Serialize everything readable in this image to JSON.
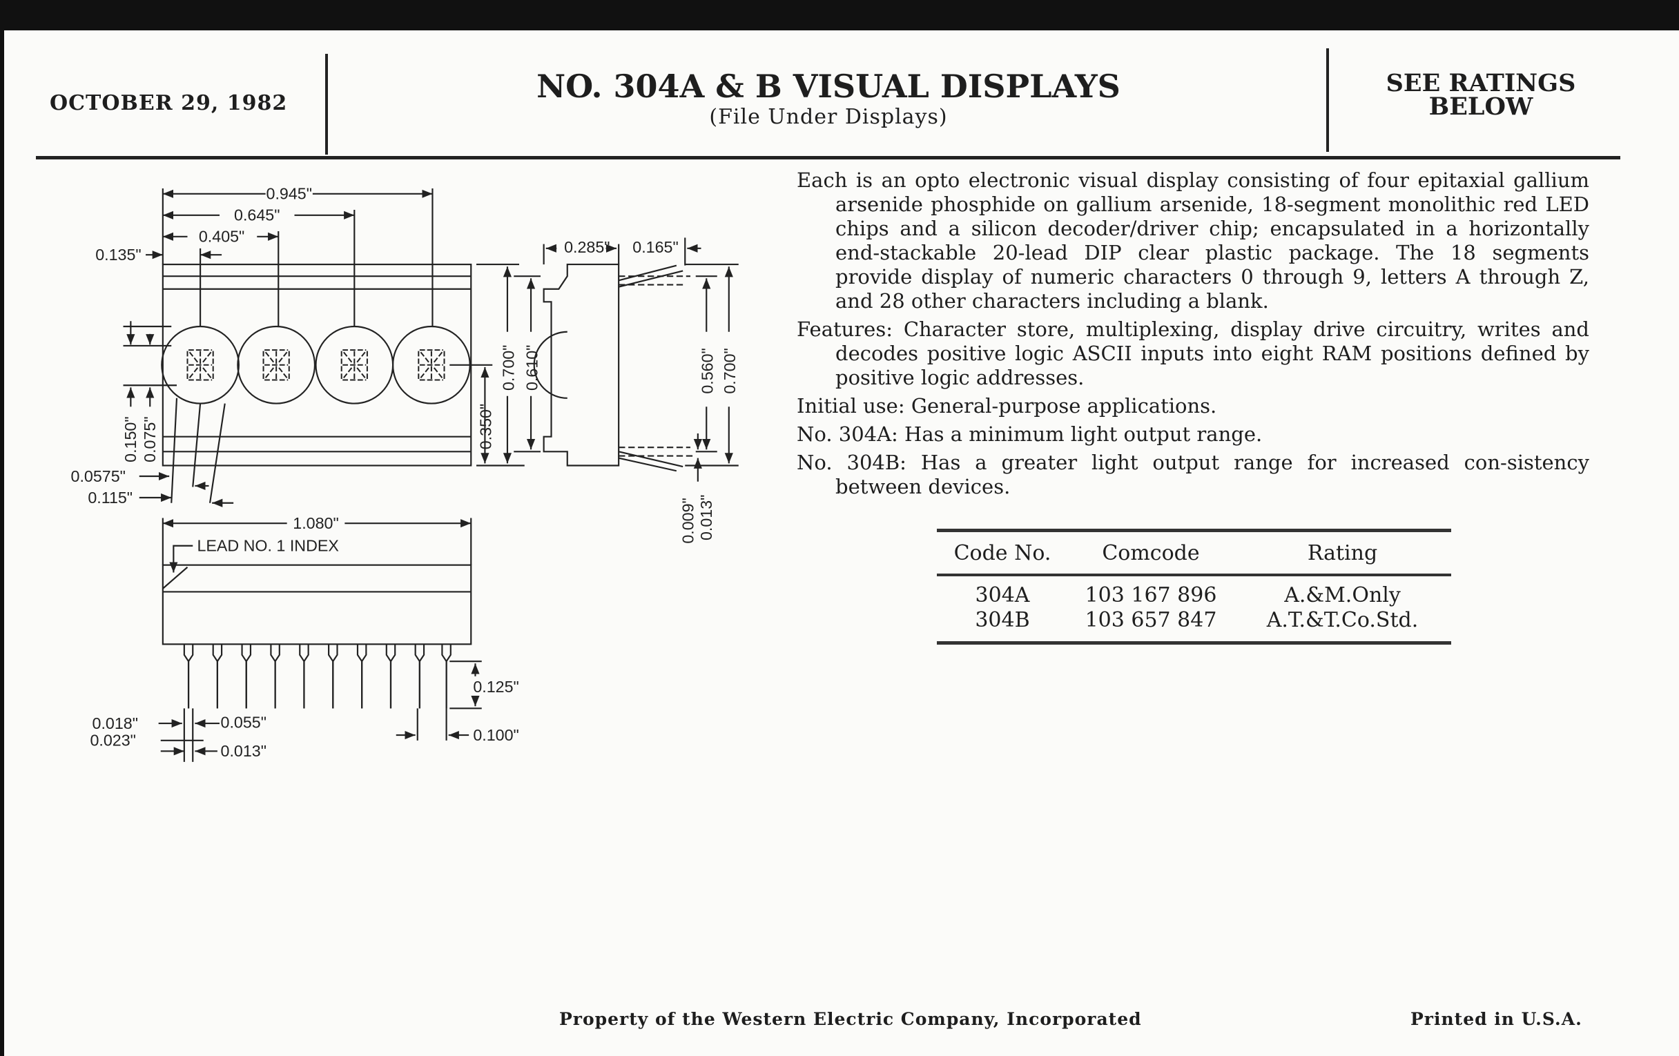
{
  "header": {
    "date": "OCTOBER 29, 1982",
    "title": "NO. 304A & B VISUAL DISPLAYS",
    "subtitle": "(File Under Displays)",
    "ratings_line1": "SEE RATINGS",
    "ratings_line2": "BELOW"
  },
  "body": {
    "paragraphs": [
      "Each is an opto electronic visual display consisting of four epitaxial gallium arsenide phosphide on gallium arsenide, 18-segment monolithic red LED chips and a silicon decoder/driver chip; encapsulated in a horizontally end-stackable 20-lead DIP clear plastic package. The 18 segments provide display of numeric characters 0 through 9, letters A through Z, and 28 other characters including a blank.",
      "Features: Character store, multiplexing, display drive circuitry, writes and decodes positive logic ASCII inputs into eight RAM positions defined by positive logic addresses.",
      "Initial use: General-purpose applications.",
      "No. 304A: Has a minimum light output range.",
      "No. 304B: Has a greater light output range for increased con-sistency between devices."
    ]
  },
  "table": {
    "headers": [
      "Code No.",
      "Comcode",
      "Rating"
    ],
    "rows": [
      [
        "304A",
        "103 167 896",
        "A.&M.Only"
      ],
      [
        "304B",
        "103 657 847",
        "A.T.&T.Co.Std."
      ]
    ]
  },
  "diagram": {
    "dims": {
      "d0945": "0.945\"",
      "d0645": "0.645\"",
      "d0405": "0.405\"",
      "d0135": "0.135\"",
      "d0150": "0.150\"",
      "d0075": "0.075\"",
      "d00575": "0.0575\"",
      "d0115": "0.115\"",
      "d0350": "0.350\"",
      "d0700a": "0.700\"",
      "d0610": "0.610\"",
      "d0285": "0.285\"",
      "d0165": "0.165\"",
      "d0560": "0.560\"",
      "d0700b": "0.700\"",
      "d0009": "0.009\"",
      "d0013a": "0.013\"",
      "d1080": "1.080\"",
      "lead_index": "LEAD NO. 1 INDEX",
      "d0125": "0.125\"",
      "d0018": "0.018\"",
      "d0023": "0.023\"",
      "d0055": "0.055\"",
      "d0013b": "0.013\"",
      "d0100": "0.100\""
    }
  },
  "footer": {
    "property": "Property of the Western Electric Company, Incorporated",
    "printed": "Printed in U.S.A."
  }
}
